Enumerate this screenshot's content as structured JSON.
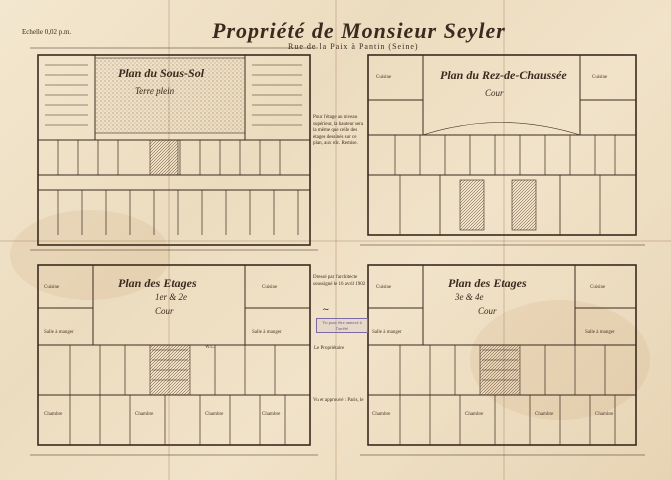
{
  "title": "Propriété de Monsieur Seyler",
  "subtitle": "Rue de la Paix à Pantin (Seine)",
  "scale": "Echelle 0,02 p.m.",
  "plans": [
    {
      "title": "Plan du Sous-Sol",
      "sub": "Terre plein"
    },
    {
      "title": "Plan du Rez-de-Chaussée",
      "sub": "Cour"
    },
    {
      "title": "Plan des Etages",
      "sub": "1er & 2e",
      "court": "Cour"
    },
    {
      "title": "Plan des Etages",
      "sub": "3e & 4e",
      "court": "Cour"
    }
  ],
  "rooms": {
    "cuisine": "Cuisine",
    "salle_manger": "Salle à manger",
    "chambre": "Chambre",
    "wc": "W.C."
  },
  "notes": {
    "center": "Pour l'étage au niveau supérieur, la hauteur sera la même que celle des étages dessinés sur ce plan, aux rdc. Remise.",
    "legend": "Dressé par l'architecte soussigné le 16 avril 1902",
    "stamp": "Vu pour être annexé à l'arrêté",
    "owner": "Le Propriétaire",
    "bottom": "Vu et approuvé : Paris, le"
  }
}
